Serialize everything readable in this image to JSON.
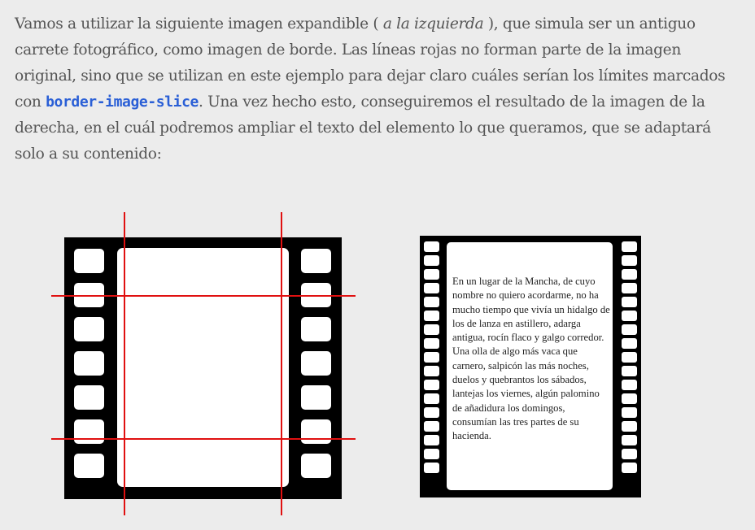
{
  "intro": {
    "part1": "Vamos a utilizar la siguiente imagen expandible (",
    "italic": " a la izquierda ",
    "part2": "), que simula ser un antiguo carrete fotográfico, como imagen de borde. Las líneas rojas no forman parte de la imagen original, sino que se utilizan en este ejemplo para dejar claro cuáles serían los límites marcados con ",
    "code": "border-image-slice",
    "part3": ". Una vez hecho esto, conseguiremos el resultado de la imagen de la derecha, en el cuál podremos ampliar el texto del elemento lo que queramos, que se adaptará solo a su contenido:"
  },
  "right_figure": {
    "text": "En un lugar de la Mancha, de cuyo nombre no quiero acordarme, no ha mucho tiempo que vivía un hidalgo de los de lanza en astillero, adarga antigua, rocín flaco y galgo corredor. Una olla de algo más vaca que carnero, salpicón las más noches, duelos y quebrantos los sábados, lantejas los viernes, algún palomino de añadidura los domingos, consumían las tres partes de su hacienda."
  },
  "colors": {
    "slice_lines": "#e01010",
    "code": "#2a5fd6",
    "background": "#ececec"
  }
}
